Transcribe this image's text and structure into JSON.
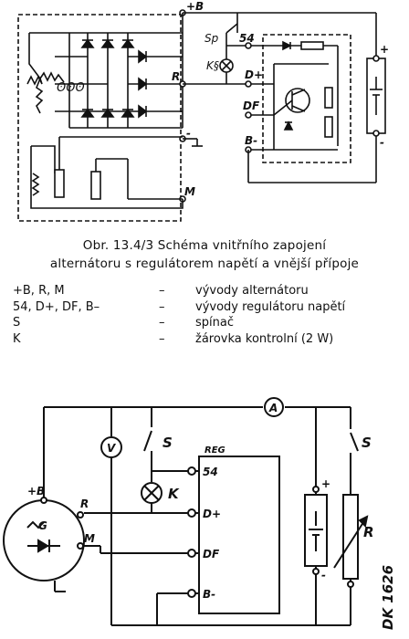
{
  "top_diagram": {
    "terminals": {
      "b_plus": "+B",
      "r": "R",
      "minus": "-",
      "m": "M",
      "sp": "Sp",
      "k_lamp": "K§",
      "t54": "54",
      "d_plus": "D+",
      "df": "DF",
      "b_minus": "B-",
      "bat_plus": "+",
      "bat_minus": "-"
    }
  },
  "caption": {
    "line1": "Obr. 13.4/3  Schéma vnitřního zapojení",
    "line2": "alternátoru s regulátorem napětí a vnější přípoje"
  },
  "legend": [
    {
      "key": "+B, R, M",
      "dash": "–",
      "value": "vývody alternátoru"
    },
    {
      "key": "54, D+, DF, B–",
      "dash": "–",
      "value": "vývody regulátoru napětí"
    },
    {
      "key": "S",
      "dash": "–",
      "value": "spínač"
    },
    {
      "key": "K",
      "dash": "–",
      "value": "žárovka kontrolní (2 W)"
    }
  ],
  "bottom_diagram": {
    "labels": {
      "ammeter": "A",
      "voltmeter": "V",
      "switch1": "S",
      "switch2": "S",
      "lamp": "K",
      "reg": "REG",
      "t54": "54",
      "d_plus": "D+",
      "df": "DF",
      "b_minus": "B-",
      "b_plus": "+B",
      "r": "R",
      "m": "M",
      "g": "G",
      "bat_plus": "+",
      "bat_minus": "-",
      "rheostat": "R"
    },
    "code": "DK 1626"
  }
}
